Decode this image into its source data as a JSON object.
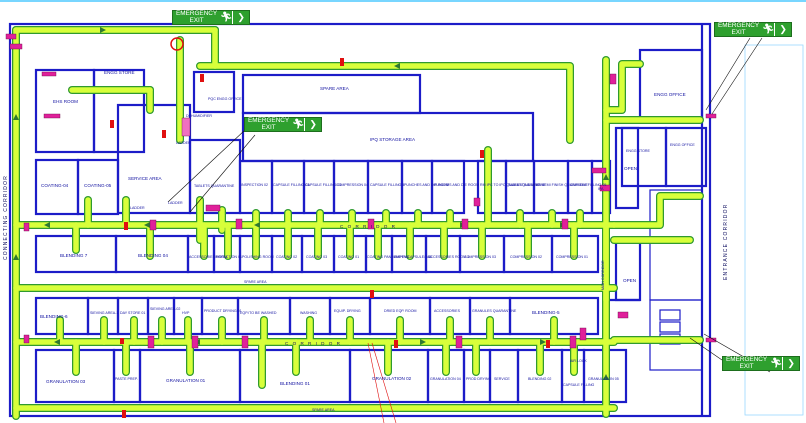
{
  "colors": {
    "wall": "#1c1cc8",
    "route_fill": "#d8ff3a",
    "route_edge": "#2f9a2f",
    "exit_sign": "#2ea02e",
    "door": "#e0209a",
    "extinguisher": "#e01010"
  },
  "exit_signs": [
    {
      "line1": "EMERGENCY",
      "line2": "EXIT",
      "icon": "running-man-icon",
      "arrow": "arrow-right-icon"
    },
    {
      "line1": "EMERGENCY",
      "line2": "EXIT",
      "icon": "running-man-icon",
      "arrow": "arrow-right-icon"
    },
    {
      "line1": "EMERGENCY",
      "line2": "EXIT",
      "icon": "running-man-icon",
      "arrow": "arrow-right-icon"
    },
    {
      "line1": "EMERGENCY",
      "line2": "EXIT",
      "icon": "running-man-icon",
      "arrow": "arrow-right-icon"
    }
  ],
  "corridors": {
    "connecting": "CONNECTING CORRIDOR",
    "entrance": "ENTRANCE CORRIDOR",
    "main": "MAIN CORRIDOR",
    "upper": "C O R R I D O R",
    "lower": "C O R R I D O R"
  },
  "rooms": {
    "ehs_room": "EHS ROOM",
    "engg_store": "ENGG STORE",
    "pqc_engg_office": "PQC ENGG OFFICE",
    "dehumidifier": "DEHUMIDIFIER",
    "spare_area": "SPARE AREA",
    "ipq_storage": "IPQ STORAGE AREA",
    "engg_office_top": "ENGG OFFICE",
    "engg_store_right": "ENGG STORE",
    "engg_office_right": "ENGG OFFICE",
    "service_area": "SERVICE AREA",
    "ladder_1": "LADDER",
    "ladder_2": "LADDER",
    "ladder_3": "LADDER",
    "coating_04": "COATING-04",
    "coating_05": "COATING-05",
    "tablets_quarantine": "TABLETS QUARANTINE",
    "inspection_02": "INSPECTION 02",
    "capsule_filling_03": "CAPSULE FILLING 03",
    "capsule_filling_01": "CAPSULE FILLING 01",
    "capsule_filling_02": "CAPSULE FILLING 02",
    "compression_04": "COMPRESSION 04",
    "capsule_filling_4": "CAPSULE FILLING 4",
    "punches_dies_1": "PUNCHES AND DIE ROOM",
    "punches_dies_2": "PUNCHES AND DIE ROOM",
    "rm_ipc": "RM IPC TO IPC QUARANTINE AREA",
    "tablet_quarantine": "TABLET QUARANTINE",
    "vb_semi": "VB SEMI FINISH QUARANTINE",
    "capsule_filling_05": "CAPSULE FILLING 05",
    "ipa": "IPA",
    "open_1": "OPEN",
    "open_2": "OPEN",
    "blending_7": "BLENDING 7",
    "blending_04": "BLENDING 04",
    "accessories_room": "ACCESSORIES ROOM",
    "inspection_01": "INSPECTION 01",
    "polishing_room": "POLISHING ROOM",
    "coating_02": "COATING 02",
    "coating_03": "COATING 03",
    "coating_01": "COATING 01",
    "coating_pan": "COATING PAN WASHING",
    "empty_tab": "EMPTY/CAPSULE/TAB",
    "accessories_room_1": "ACCESSORIES ROOM-1",
    "compression_03": "COMPRESSION 03",
    "compression_02": "COMPRESSION 02",
    "compression_01": "COMPRESSION 01",
    "spare_area_mid": "SPARE AREA",
    "blending_6": "BLENDING-6",
    "sieving_area": "SIEVING AREA-1",
    "day_store": "DAY STORE 01",
    "sieving_area_2": "SIEVING AREA-02",
    "hvp": "HVP",
    "product_drying": "PRODUCT DRYING 01",
    "equip_washing": "EQP./TO BE WASHED",
    "washing": "WASHING",
    "equip_drying": "EQUIP. DRYING",
    "dried_equip": "DRIED EQP. ROOM",
    "accessories": "ACCESSORIES",
    "granules_quarantine": "GRANULES QUARANTINE",
    "blending_5": "BLENDING-5",
    "granulation_03": "GRANULATION 03",
    "paste_prep": "PASTE PREP.",
    "granulation_01": "GRANULATION 01",
    "blending_01": "BLENDING 01",
    "granulation_02": "GRANULATION 02",
    "granulation_04": "GRANULATION 04",
    "prod_drying": "PROD DRYING",
    "service": "SERVICE",
    "blending_02": "BLENDING 02",
    "capsule_filling": "CAPSULE FILLING",
    "granulation_05": "GRANULATION 05",
    "air_lock": "AIR LOCK",
    "spare_area_bottom": "SPARE AREA"
  }
}
